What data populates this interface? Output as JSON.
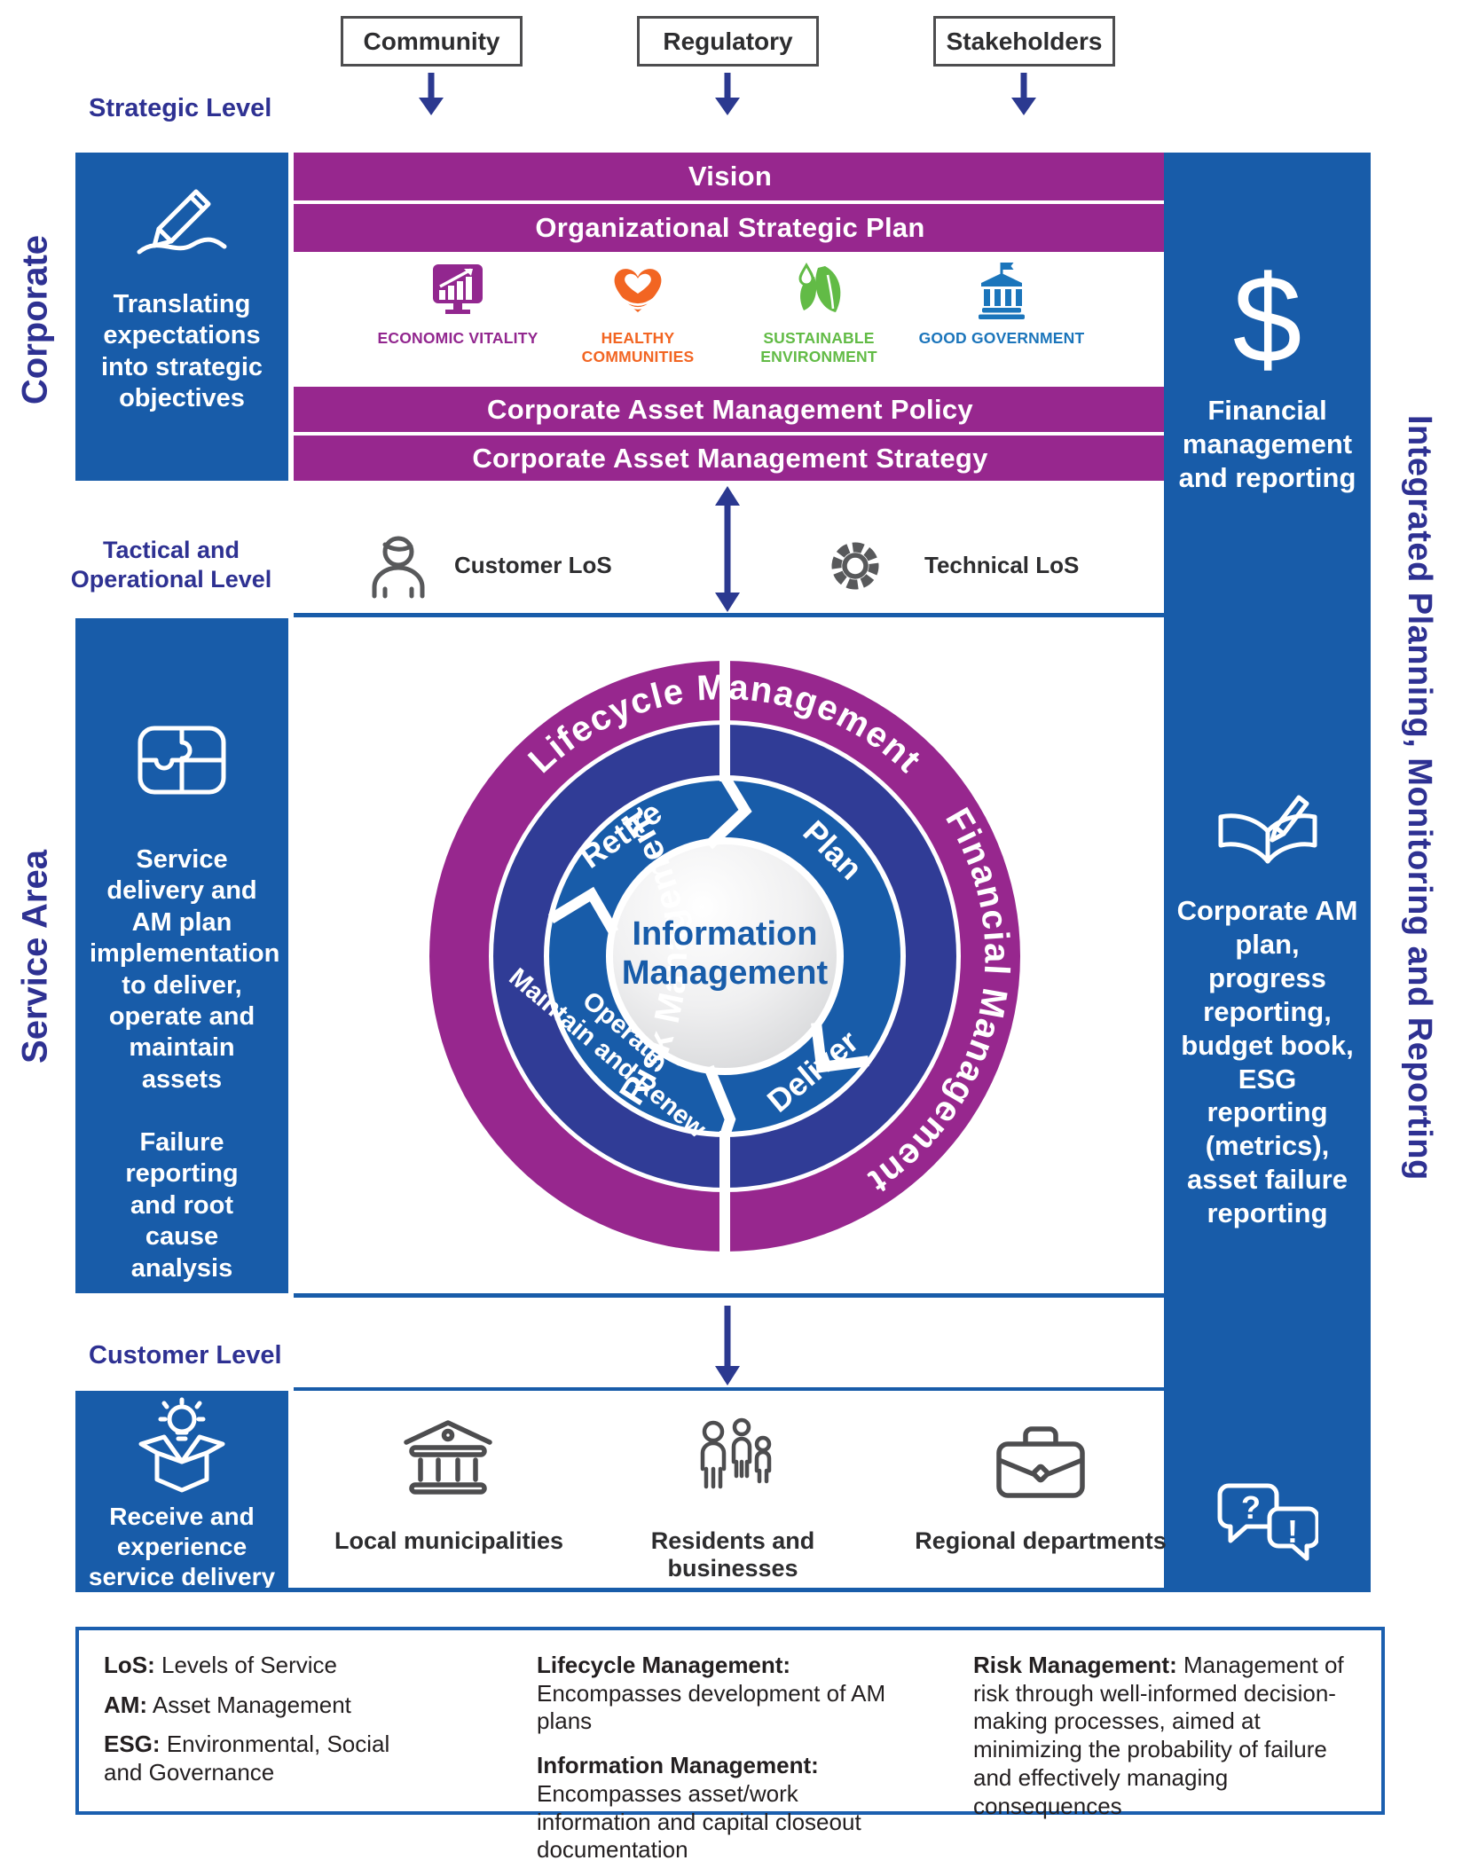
{
  "colors": {
    "royal_blue": "#185CA9",
    "purple": "#97278E",
    "indigo_ring": "#303C96",
    "navy_arrow": "#2B3990",
    "heading_blue": "#2E3192",
    "dark_text": "#2D2D2F",
    "icon_gray": "#4D4D4F",
    "econ_purple": "#92278F",
    "health_orange": "#F26522",
    "sustain_green": "#62BB46",
    "gov_blue": "#1B75BB"
  },
  "top_boxes": [
    {
      "label": "Community"
    },
    {
      "label": "Regulatory"
    },
    {
      "label": "Stakeholders"
    }
  ],
  "levels": {
    "strategic": "Strategic Level",
    "tactical": "Tactical and Operational Level",
    "customer": "Customer Level"
  },
  "side_titles": {
    "corporate": "Corporate",
    "service_area": "Service Area",
    "integrated": "Integrated Planning, Monitoring and Reporting"
  },
  "corporate_band": {
    "left_note": "Translating expectations into strategic objectives",
    "bars": [
      {
        "label": "Vision"
      },
      {
        "label": "Organizational Strategic Plan"
      },
      {
        "label": "Corporate Asset Management Policy"
      },
      {
        "label": "Corporate Asset Management Strategy"
      }
    ],
    "pillars": [
      {
        "label": "ECONOMIC VITALITY",
        "icon": "chart-monitor-icon",
        "color": "#92278F"
      },
      {
        "label": "HEALTHY COMMUNITIES",
        "icon": "heart-hands-icon",
        "color": "#F26522"
      },
      {
        "label": "SUSTAINABLE ENVIRONMENT",
        "icon": "leaf-droplet-icon",
        "color": "#62BB46"
      },
      {
        "label": "GOOD GOVERNMENT",
        "icon": "government-building-icon",
        "color": "#1B75BB"
      }
    ]
  },
  "tactical_row": {
    "customer_los": "Customer LoS",
    "technical_los": "Technical LoS"
  },
  "circle": {
    "rings": {
      "lifecycle": "Lifecycle Management",
      "financial": "Financial Management",
      "risk": "Risk Management"
    },
    "segments": {
      "retire": "Retire",
      "plan": "Plan",
      "deliver": "Deliver",
      "operate_line1": "Operate,",
      "operate_line2": "Maintain and Renew"
    },
    "center_line1": "Information",
    "center_line2": "Management"
  },
  "service_band": {
    "left_note_1": "Service delivery and AM plan implementation to deliver, operate and maintain assets",
    "left_note_2": "Failure reporting and root cause analysis"
  },
  "right_column": {
    "dollar_glyph": "$",
    "financial": "Financial management and reporting",
    "corporate_am": "Corporate AM plan, progress reporting, budget book, ESG reporting (metrics), asset failure reporting",
    "customer_feedback": "Customer feedback"
  },
  "customer_band": {
    "receive_note": "Receive and experience service delivery",
    "items": [
      {
        "label": "Local municipalities",
        "icon": "bank-icon"
      },
      {
        "label": "Residents and businesses",
        "icon": "people-icon"
      },
      {
        "label": "Regional departments",
        "icon": "briefcase-icon"
      }
    ]
  },
  "chat_symbols": {
    "question": "?",
    "exclamation": "!"
  },
  "legend": {
    "abbreviations": [
      {
        "term": "LoS:",
        "def": "Levels of Service"
      },
      {
        "term": "AM:",
        "def": "Asset Management"
      },
      {
        "term": "ESG:",
        "def": "Environmental, Social and Governance"
      }
    ],
    "definitions": [
      {
        "term": "Lifecycle Management:",
        "def": "Encompasses development of AM plans"
      },
      {
        "term": "Information Management:",
        "def": "Encompasses asset/work information and capital closeout documentation"
      },
      {
        "term": "Risk Management:",
        "def": "Management of risk through well-informed decision-making processes, aimed at minimizing the probability of failure and effectively managing consequences"
      }
    ]
  }
}
